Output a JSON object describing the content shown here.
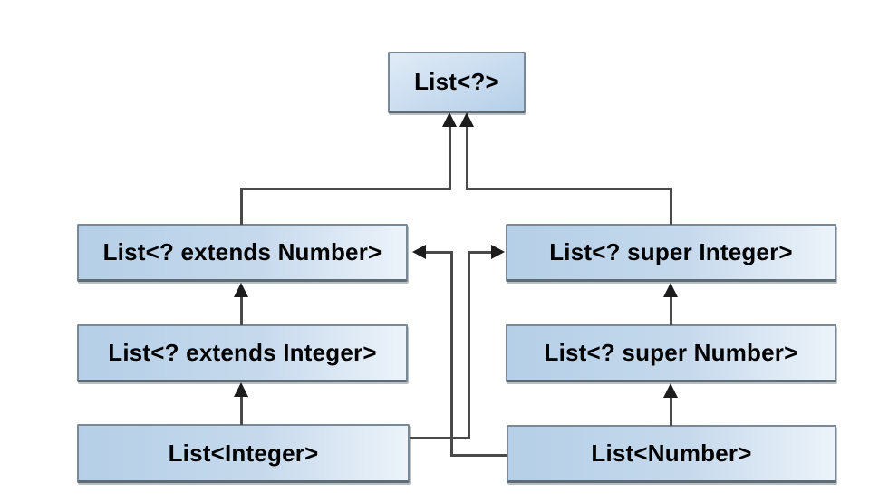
{
  "diagram": {
    "nodes": [
      {
        "id": "list-wildcard",
        "label": "List<?>"
      },
      {
        "id": "list-extends-number",
        "label": "List<? extends Number>"
      },
      {
        "id": "list-super-integer",
        "label": "List<? super Integer>"
      },
      {
        "id": "list-extends-integer",
        "label": "List<? extends Integer>"
      },
      {
        "id": "list-super-number",
        "label": "List<? super Number>"
      },
      {
        "id": "list-integer",
        "label": "List<Integer>"
      },
      {
        "id": "list-number",
        "label": "List<Number>"
      }
    ],
    "edges": [
      {
        "from": "List<? extends Number>",
        "to": "List<?>"
      },
      {
        "from": "List<? super Integer>",
        "to": "List<?>"
      },
      {
        "from": "List<? extends Integer>",
        "to": "List<? extends Number>"
      },
      {
        "from": "List<? super Number>",
        "to": "List<? super Integer>"
      },
      {
        "from": "List<Integer>",
        "to": "List<? extends Integer>"
      },
      {
        "from": "List<Number>",
        "to": "List<? super Number>"
      },
      {
        "from": "List<Integer>",
        "to": "List<? super Integer>"
      },
      {
        "from": "List<Number>",
        "to": "List<? extends Number>"
      }
    ],
    "colors": {
      "background": "#ffffff",
      "box_fill_left": "#b4cfe7",
      "box_fill_mid": "#c6d9ec",
      "box_fill_right": "#ecf3fa",
      "box_top_a": "#e0ebf7",
      "box_top_b": "#b5cfe8",
      "box_border": "#7b8996",
      "box_edge_dark": "#5f6b75",
      "line": "#4a4a4a",
      "arrow": "#1c1c1c",
      "text": "#000000"
    }
  }
}
